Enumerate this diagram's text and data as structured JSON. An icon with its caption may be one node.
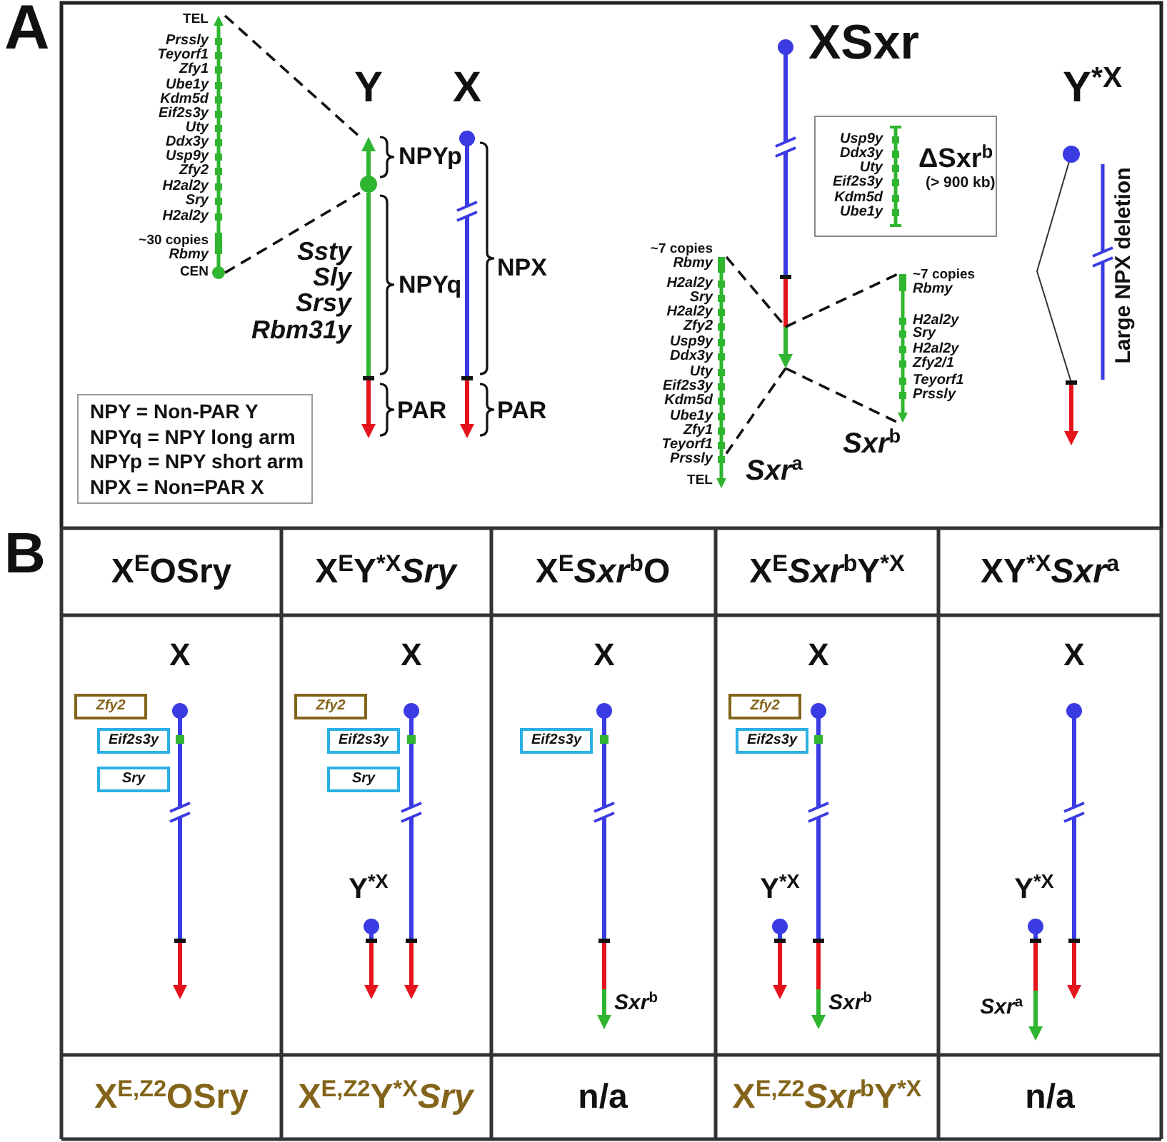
{
  "diagram": {
    "nodes": [
      {
        "text": [],
        "shape": "bar",
        "beside": [
          "TEL",
          "Prssly",
          "Teyorf1",
          "Zfy1",
          "Ube1y",
          "Kdm5d",
          "Eif2s3y",
          "Uty",
          "Ddx3y",
          "Usp9y",
          "Zfy2",
          "H2al2y",
          "Sry",
          "H2al2y",
          "~30 copies",
          "Rbmy",
          "CEN"
        ]
      },
      {
        "text": [],
        "shape": "bar",
        "beside": [
          "NPYp"
        ]
      },
      {
        "text": [
          "NPY = Non-PAR Y",
          "NPYq = NPY long arm",
          "NPYp = NPY short arm",
          "NPX = Non=PAR X"
        ]
      },
      {
        "text": [
          "Usp9y",
          "Ddx3y",
          "Uty",
          "Eif2s3y",
          "Kdm5d",
          "Ube1y",
          "ΔSxr$^{b}$",
          "(> 900 kb)"
        ]
      },
      {
        "text": [],
        "shape": "bar"
      },
      {
        "text": [],
        "shape": "bar",
        "beside": [
          "~7 copies",
          "Rbmy",
          "H2al2y",
          "Sry",
          "H2al2y",
          "Zfy2",
          "Usp9y",
          "Ddx3y",
          "Uty",
          "Eif2s3y",
          "Kdm5d",
          "Ube1y",
          "Zfy1",
          "Teyorf1",
          "Prssly",
          "TEL",
          "*Sxr*$^{a}$"
        ]
      },
      {
        "text": [],
        "shape": "bar",
        "beside": [
          "~7 copies",
          "Rbmy",
          "H2al2y",
          "Sry",
          "H2al2y",
          "Zfy2/1",
          "Teyorf1",
          "Prssly",
          "*Sxr*$^{b}$"
        ]
      },
      {
        "text": [
          "Zfy2"
        ]
      },
      {
        "text": [
          "Eif2s3y"
        ]
      },
      {
        "text": [
          "Sry"
        ]
      },
      {
        "text": [
          "Zfy2"
        ]
      },
      {
        "text": [
          "Eif2s3y"
        ]
      },
      {
        "text": [
          "Sry"
        ]
      },
      {
        "text": [
          "Eif2s3y"
        ]
      },
      {
        "text": [
          "Zfy2"
        ]
      },
      {
        "text": [
          "Eif2s3y"
        ]
      }
    ],
    "edges": [
      {
        "from": 0,
        "to": 1,
        "arrow": "none",
        "style": "dashed"
      },
      {
        "from": 0,
        "to": 1,
        "arrow": "none",
        "style": "dashed"
      },
      {
        "from": 5,
        "to": 4,
        "arrow": "none",
        "style": "dashed"
      },
      {
        "from": 4,
        "to": 6,
        "arrow": "none",
        "style": "dashed"
      },
      {
        "from": 4,
        "to": 5,
        "arrow": "none",
        "style": "dashed"
      },
      {
        "from": 4,
        "to": 6,
        "arrow": "none",
        "style": "dashed"
      }
    ],
    "labels": [
      "A",
      "Y",
      "Ssty",
      "Sly",
      "Srsy",
      "Rbm31y",
      "NPYq",
      "PAR",
      "X",
      "NPX",
      "PAR",
      "XSxr",
      "Y$^{*X}$",
      "Large NPX deletion",
      "B",
      "X$^{E}$OSry",
      "X$^{E}$Y$^{*X}$*Sry*",
      "X$^{E}$*Sxr*$^{b}$O",
      "X$^{E}$*Sxr*$^{b}$Y$^{*X}$",
      "XY$^{*X}$*Sxr*$^{a}$",
      "X",
      "X",
      "Y$^{*X}$",
      "X",
      "*Sxr*$^{b}$",
      "X",
      "Y$^{*X}$",
      "*Sxr*$^{b}$",
      "X",
      "Y$^{*X}$",
      "*Sxr*$^{a}$",
      "X$^{E,Z2}$OSry",
      "X$^{E,Z2}$Y$^{*X}$*Sry*",
      "n/a",
      "X$^{E,Z2}$*Sxr*$^{b}$Y$^{*X}$",
      "n/a"
    ]
  }
}
